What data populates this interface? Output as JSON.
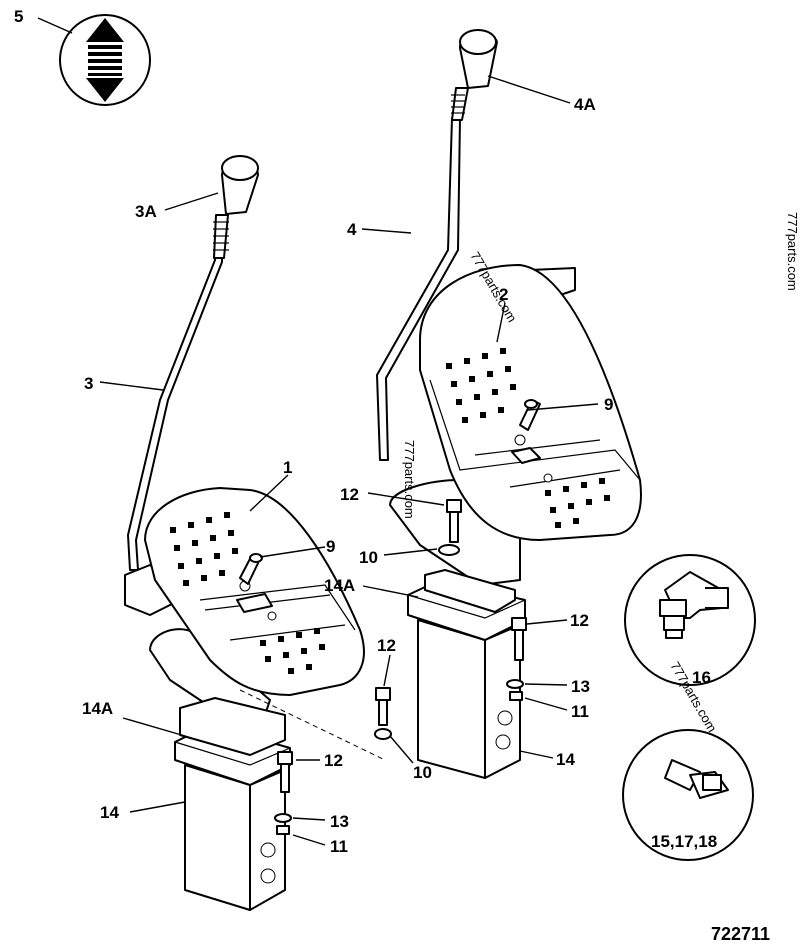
{
  "diagram": {
    "drawing_number": "722711",
    "watermarks": [
      "777parts.com",
      "777parts.com",
      "777parts.com",
      "777parts.com"
    ],
    "callouts": [
      {
        "id": "c5",
        "text": "5"
      },
      {
        "id": "c4a",
        "text": "4A"
      },
      {
        "id": "c3a",
        "text": "3A"
      },
      {
        "id": "c4",
        "text": "4"
      },
      {
        "id": "c2",
        "text": "2"
      },
      {
        "id": "c3",
        "text": "3"
      },
      {
        "id": "c9r",
        "text": "9"
      },
      {
        "id": "c1",
        "text": "1"
      },
      {
        "id": "c12a",
        "text": "12"
      },
      {
        "id": "c9l",
        "text": "9"
      },
      {
        "id": "c10a",
        "text": "10"
      },
      {
        "id": "c14ar",
        "text": "14A"
      },
      {
        "id": "c12r",
        "text": "12"
      },
      {
        "id": "c12m",
        "text": "12"
      },
      {
        "id": "c13r",
        "text": "13"
      },
      {
        "id": "c11r",
        "text": "11"
      },
      {
        "id": "c14r",
        "text": "14"
      },
      {
        "id": "c14al",
        "text": "14A"
      },
      {
        "id": "c12l",
        "text": "12"
      },
      {
        "id": "c10b",
        "text": "10"
      },
      {
        "id": "c14l",
        "text": "14"
      },
      {
        "id": "c13l",
        "text": "13"
      },
      {
        "id": "c11l",
        "text": "11"
      },
      {
        "id": "c16",
        "text": "16"
      },
      {
        "id": "c151718",
        "text": "15,17,18"
      }
    ]
  }
}
